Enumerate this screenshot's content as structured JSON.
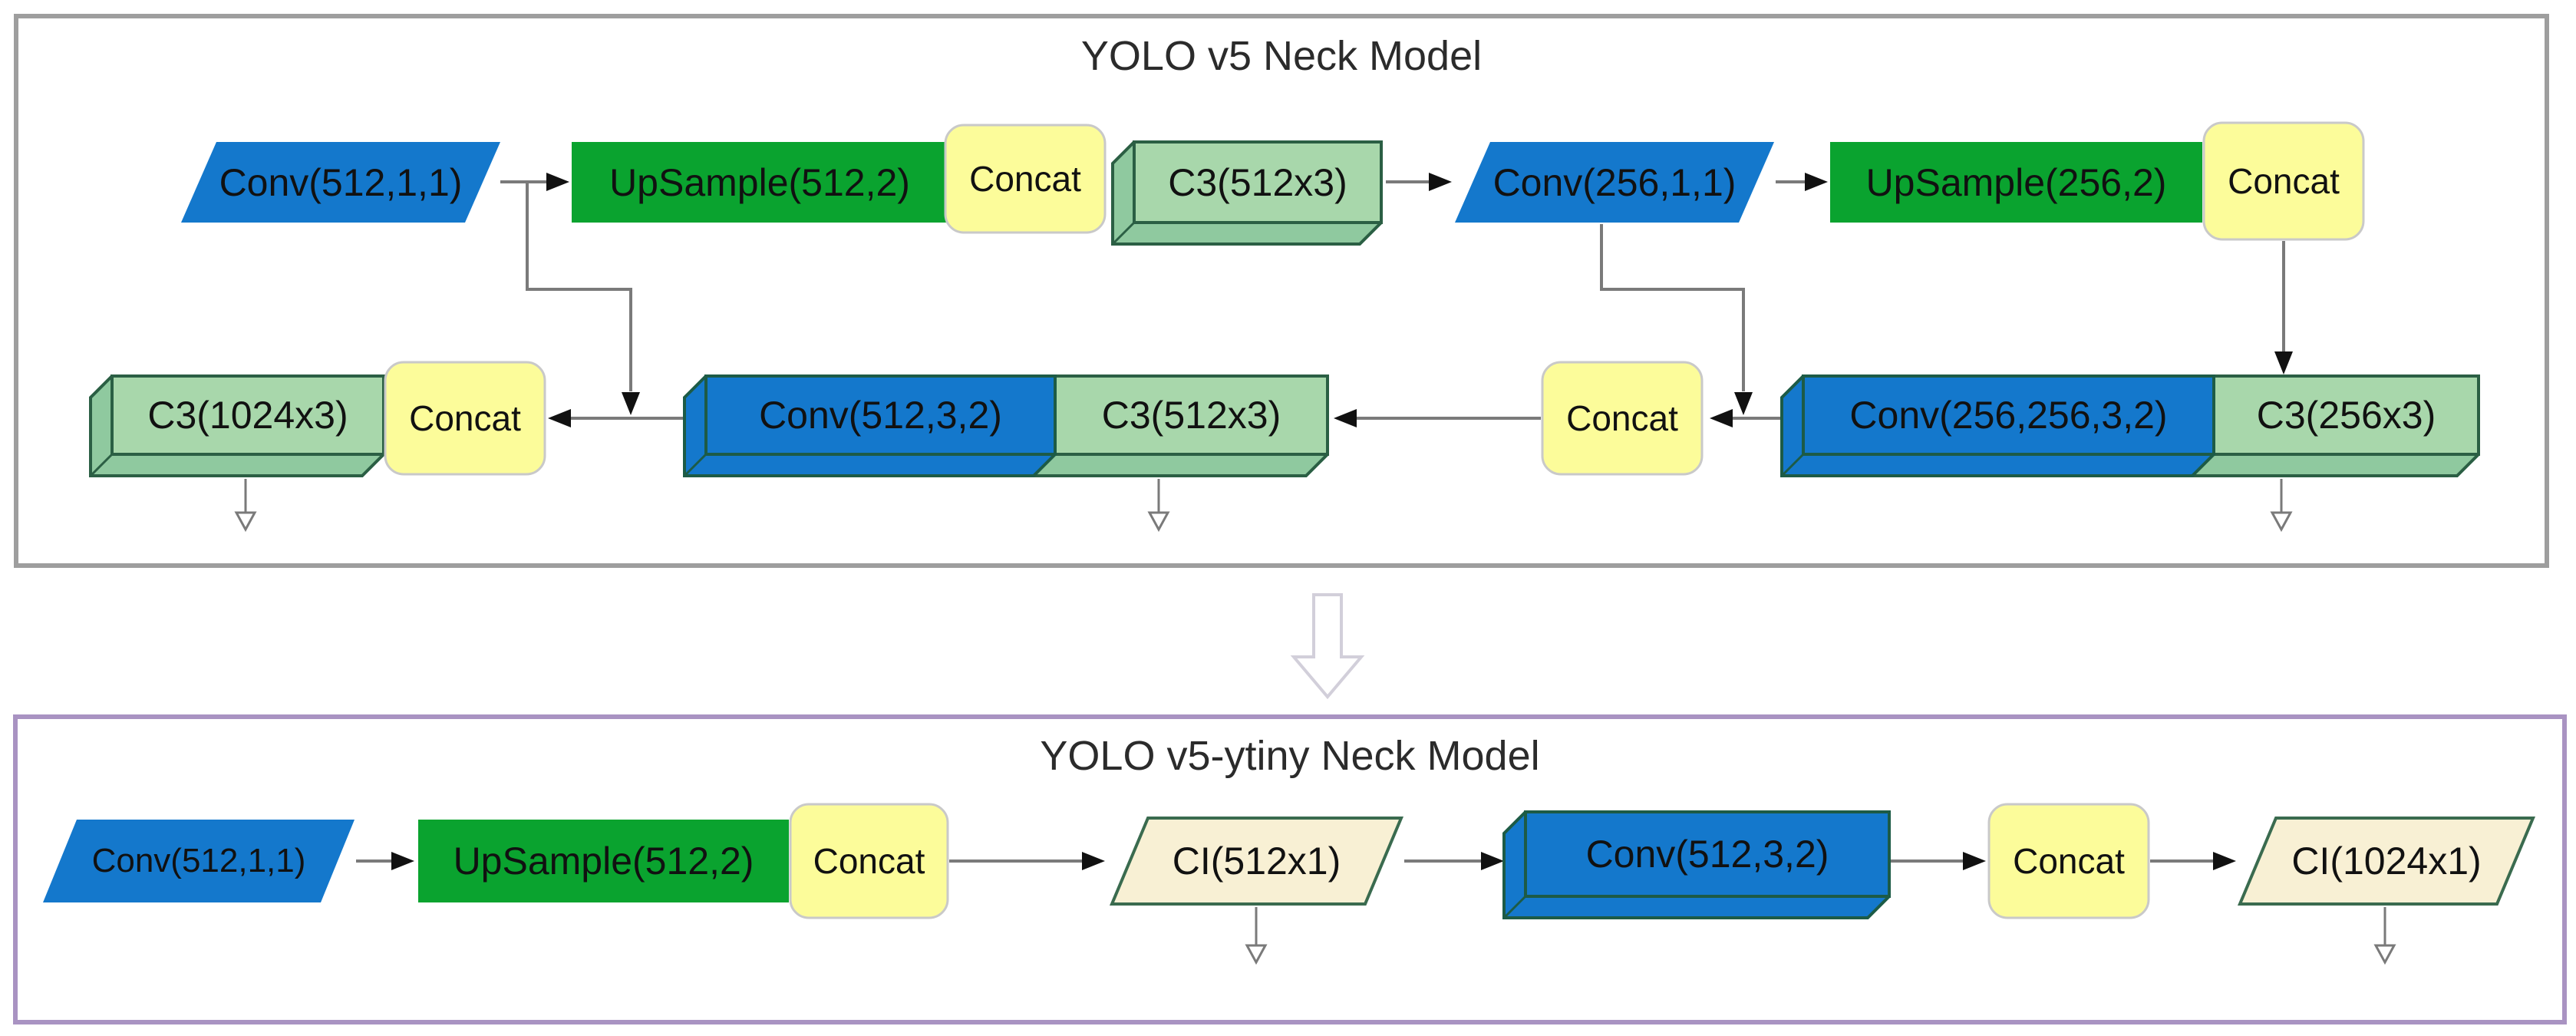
{
  "top_panel": {
    "title": "YOLO v5 Neck Model",
    "nodes": {
      "conv1": "Conv(512,1,1)",
      "up1": "UpSample(512,2)",
      "concat1": "Concat",
      "c3a": "C3(512x3)",
      "conv2": "Conv(256,1,1)",
      "up2": "UpSample(256,2)",
      "concat2": "Concat",
      "c3b": "C3(1024x3)",
      "concat3": "Concat",
      "conv3": "Conv(512,3,2)",
      "c3c": "C3(512x3)",
      "concat4": "Concat",
      "conv4": "Conv(256,256,3,2)",
      "c3d": "C3(256x3)"
    },
    "edges": [
      "Conv(512,1,1) -> UpSample(512,2)",
      "Conv(512,1,1) -> Concat (before C3(1024x3))",
      "C3(512x3) -> Conv(256,1,1)",
      "Conv(256,1,1) -> UpSample(256,2)",
      "Conv(256,1,1) -> Concat (before Conv(512,3,2) row)",
      "Concat (after UpSample(256,2)) -> C3(256x3)",
      "Conv(256,256,3,2) -> Concat -> C3(512x3)/Conv(512,3,2)",
      "Conv(512,3,2) -> Concat -> C3(1024x3)"
    ]
  },
  "bottom_panel": {
    "title": "YOLO v5-ytiny Neck Model",
    "nodes": {
      "conv1": "Conv(512,1,1)",
      "up1": "UpSample(512,2)",
      "concat1": "Concat",
      "ci1": "CI(512x1)",
      "conv2": "Conv(512,3,2)",
      "concat2": "Concat",
      "ci2": "CI(1024x1)"
    },
    "edges": [
      "Conv(512,1,1) -> UpSample(512,2)+Concat",
      "Concat -> CI(512x1)",
      "CI(512x1) -> Conv(512,3,2)",
      "Conv(512,3,2) -> Concat",
      "Concat -> CI(1024x1)"
    ]
  },
  "colors": {
    "conv_blue": "#1478cc",
    "upsample_green": "#0aa32f",
    "concat_yellow_fill": "#fcfc9a",
    "concat_border": "#c9c9c9",
    "c3_fill": "#a8d7ab",
    "c3_bevel_fill": "#8fc99f",
    "c3_stroke": "#2b5f44",
    "ci_fill": "#f8f0d4",
    "ci_stroke": "#3a6b4f",
    "blue3d_stroke": "#1d5b46",
    "top_panel_border": "#9e9e9e",
    "bottom_panel_border": "#a993c2",
    "connector": "#7a7a7a",
    "arrowhead": "#111111",
    "transition_arrow_stroke": "#d2cfda"
  }
}
